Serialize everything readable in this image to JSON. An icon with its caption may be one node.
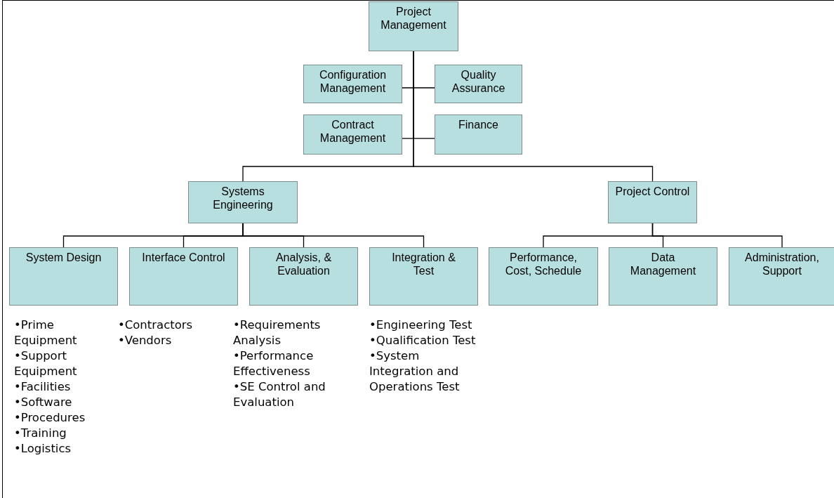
{
  "diagram": {
    "nodes": [
      {
        "text": [
          "Project Management"
        ]
      },
      {
        "text": [
          "Configuration Management"
        ]
      },
      {
        "text": [
          "Quality Assurance"
        ]
      },
      {
        "text": [
          "Contract Management"
        ]
      },
      {
        "text": [
          "Finance"
        ]
      },
      {
        "text": [
          "Systems Engineering"
        ]
      },
      {
        "text": [
          "Project Control"
        ]
      },
      {
        "text": [
          "System Design"
        ],
        "beside": [
          "•Prime Equipment",
          "•Support Equipment",
          "•Facilities",
          "•Software",
          "•Procedures",
          "•Training",
          "•Logistics"
        ]
      },
      {
        "text": [
          "Interface Control"
        ],
        "beside": [
          "•Contractors",
          "•Vendors"
        ]
      },
      {
        "text": [
          "Analysis, & Evaluation"
        ],
        "beside": [
          "•Requirements Analysis",
          "•Performance Effectiveness",
          "•SE Control and Evaluation"
        ]
      },
      {
        "text": [
          "Integration & Test"
        ],
        "beside": [
          "•Engineering Test",
          "•Qualification Test",
          "•System Integration and Operations Test"
        ]
      },
      {
        "text": [
          "Performance, Cost, Schedule"
        ]
      },
      {
        "text": [
          "Data Management"
        ]
      },
      {
        "text": [
          "Administration, Support"
        ]
      }
    ],
    "edges": [
      {
        "from": 0,
        "to": 1,
        "arrow": "none"
      },
      {
        "from": 0,
        "to": 2,
        "arrow": "none"
      },
      {
        "from": 0,
        "to": 3,
        "arrow": "none"
      },
      {
        "from": 0,
        "to": 4,
        "arrow": "none"
      },
      {
        "from": 0,
        "to": 5,
        "arrow": "none"
      },
      {
        "from": 0,
        "to": 6,
        "arrow": "none"
      },
      {
        "from": 5,
        "to": 7,
        "arrow": "none"
      },
      {
        "from": 5,
        "to": 8,
        "arrow": "none"
      },
      {
        "from": 5,
        "to": 9,
        "arrow": "none"
      },
      {
        "from": 5,
        "to": 10,
        "arrow": "none"
      },
      {
        "from": 6,
        "to": 11,
        "arrow": "none"
      },
      {
        "from": 6,
        "to": 12,
        "arrow": "none"
      },
      {
        "from": 6,
        "to": 13,
        "arrow": "none"
      }
    ]
  }
}
